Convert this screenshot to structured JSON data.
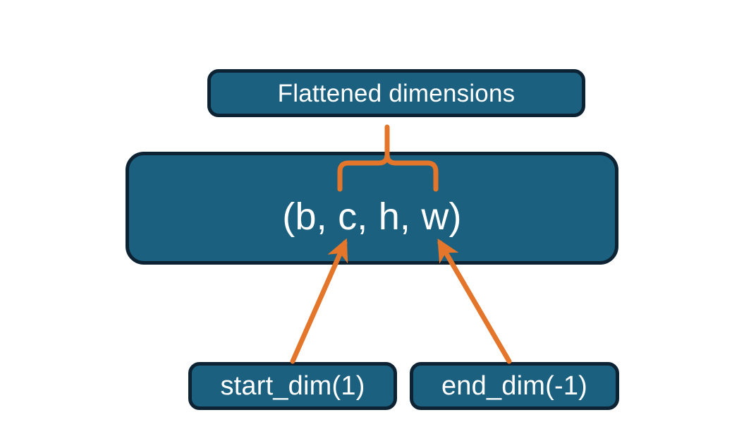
{
  "diagram": {
    "title_text": "Flattened dimensions",
    "background_color": "#ffffff",
    "node_fill_color": "#1C607F",
    "node_border_color": "#0D2232",
    "node_text_color": "#ffffff",
    "connector_color": "#E3762A",
    "nodes": {
      "flattened": {
        "label": "Flattened dimensions",
        "role": "annotation-box"
      },
      "shape": {
        "label": "(b, c, h, w)",
        "role": "tensor-shape-box",
        "dims": [
          "b",
          "c",
          "h",
          "w"
        ]
      },
      "start_dim": {
        "label": "start_dim(1)",
        "role": "parameter-box",
        "value": "1"
      },
      "end_dim": {
        "label": "end_dim(-1)",
        "role": "parameter-box",
        "value": "-1"
      }
    },
    "connectors": [
      {
        "name": "brace-flattened-to-shape",
        "kind": "curly-brace",
        "from": "shape",
        "to": "flattened",
        "color": "#E3762A",
        "spans_dims": [
          "c",
          "h",
          "w"
        ]
      },
      {
        "name": "arrow-start-dim-to-shape",
        "kind": "arrow",
        "from": "start_dim",
        "to": "shape",
        "color": "#E3762A",
        "points_at_dim": "c"
      },
      {
        "name": "arrow-end-dim-to-shape",
        "kind": "arrow",
        "from": "end_dim",
        "to": "shape",
        "color": "#E3762A",
        "points_at_dim": "w"
      }
    ]
  }
}
